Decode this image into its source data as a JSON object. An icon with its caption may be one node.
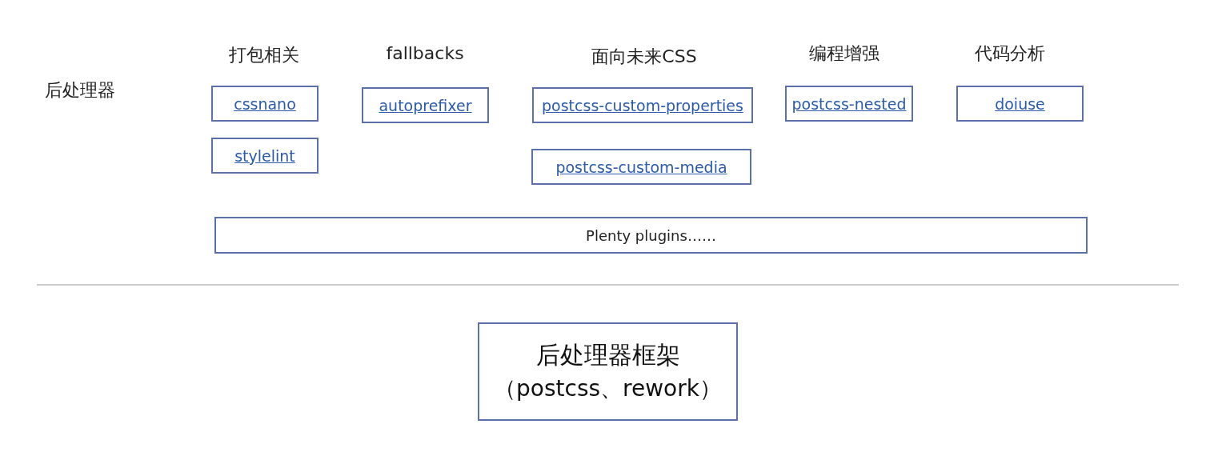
{
  "diagram": {
    "nodes": [
      {
        "text": [
          "cssnano"
        ]
      },
      {
        "text": [
          "stylelint"
        ]
      },
      {
        "text": [
          "autoprefixer"
        ]
      },
      {
        "text": [
          "postcss-custom-properties"
        ]
      },
      {
        "text": [
          "postcss-custom-media"
        ]
      },
      {
        "text": [
          "postcss-nested"
        ]
      },
      {
        "text": [
          "doiuse"
        ]
      },
      {
        "text": [
          "Plenty plugins……"
        ]
      },
      {
        "text": [
          "后处理器框架",
          "（postcss、rework）"
        ]
      }
    ],
    "labels": [
      "后处理器",
      "打包相关",
      "fallbacks",
      "面向未来CSS",
      "编程增强",
      "代码分析"
    ]
  }
}
